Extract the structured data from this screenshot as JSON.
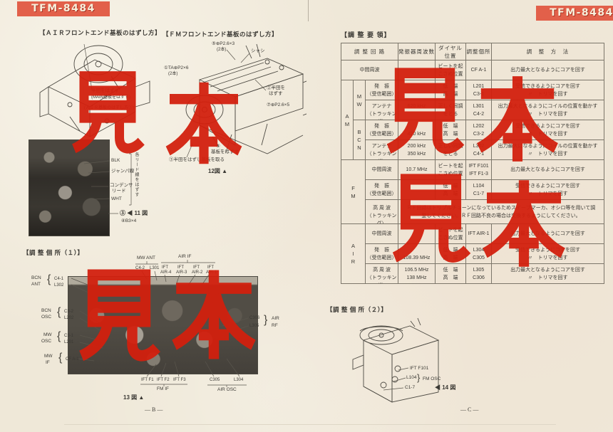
{
  "page": {
    "badge_left": "TFM-8484",
    "badge_right": "TFM-8484",
    "footer_left": "— B —",
    "footer_right": "— C —",
    "watermark_char1": "見",
    "watermark_char2": "本",
    "colors": {
      "paper": "#efe8d8",
      "badge": "#e2604a",
      "watermark": "#d2200e",
      "ink": "#3b3934"
    }
  },
  "air_removal": {
    "title": "【ＡＩＲフロントエンド基板のはずし方】",
    "ann_solder": "半田をはずす",
    "ann_main": "(MAIN基板をはずす)",
    "ann_air": "(ＡＩＲ基板のはずし方①)",
    "label_blk": "BLK",
    "label_jumper": "ジャンパ線",
    "label_cond1": "コンデンサ",
    "label_cond2": "リード",
    "label_wht": "WHT",
    "note_leads": "各リード線をはずす",
    "caption": "③ ◀ 11 図",
    "screw": "④B3×4"
  },
  "fm_removal": {
    "title": "【ＦＭフロントエンド基板のはずし方】",
    "ann_screw5": "⑤⊕P2.6×3",
    "ann_screw5b": "(2本)",
    "ann_chassis": "シャシ",
    "ann_screw1": "①TA⊕P2×6",
    "ann_screw1b": "(2本)",
    "ann_solder1": "②半田を",
    "ann_solder2": "はずす",
    "ann_screw7": "⑦⊕P2.6×5",
    "ann_num6": "⑥",
    "ann_board": "基板をはずす",
    "ann_solder3": "③半田をはずし基板を取る",
    "caption": "12図 ▲"
  },
  "spots1": {
    "title": "【調 整 個 所（１）】",
    "top": {
      "mw_ant": "MW ANT",
      "c42": "C4-2",
      "l301": "L301",
      "air_if": "AIR IF",
      "ift4a": "IFT",
      "ift4b": "AIR-4",
      "ift3a": "IFT",
      "ift3b": "AIR-3",
      "ift2a": "IFT",
      "ift2b": "AIR-2",
      "ift1a": "IFT",
      "ift1b": "AIR-1"
    },
    "left": {
      "bcn1": "BCN",
      "ant": "ANT",
      "c41": "C4-1",
      "l302": "L302",
      "bcn2": "BCN",
      "osc1": "OSC",
      "c32": "C3-2",
      "l202": "L202",
      "mw1": "MW",
      "osc2": "OSC",
      "c31": "C3-1",
      "l201": "L201",
      "mw2": "MW",
      "if_": "IF",
      "cfa1": "CF A-1"
    },
    "right": {
      "c306": "C306",
      "l305": "L305",
      "air": "AIR",
      "rf": "RF"
    },
    "bottom": {
      "iftf1": "IFT F1",
      "iftf2": "IFT F2",
      "iftf3": "IFT F3",
      "fm_if": "FM IF",
      "c305": "C305",
      "l304": "L304",
      "air_osc": "AIR OSC"
    },
    "caption": "13 図 ▲"
  },
  "table": {
    "title": "【調 整 要 領】",
    "h_circuit": "調 整 回 路",
    "h_freq": "発振器周波数",
    "h_dial": "ダイヤル位置",
    "h_spot": "調整個所",
    "h_method": "調　整　方　法",
    "letters": {
      "am": [
        "A",
        "M"
      ],
      "mw": [
        "M",
        "W"
      ],
      "bcn": [
        "B",
        "C",
        "N"
      ],
      "fm": [
        "F",
        "M"
      ],
      "air": [
        "A",
        "I",
        "R"
      ]
    },
    "rows": {
      "am_if": {
        "circuit1": "中間周波",
        "circuit2": "",
        "freq1": "",
        "freq2": "",
        "dial1": "ビートを起",
        "dial2": "こさぬ位置",
        "spot1": "CF A-1",
        "spot2": "",
        "m1": "出力最大となるようにコアを回す",
        "m2": ""
      },
      "mw_osc": {
        "circuit1": "発　振",
        "circuit2": "（受信範囲）",
        "freq1": "",
        "freq2": "",
        "dial1": "低　端",
        "dial2": "高　端",
        "spot1": "L201",
        "spot2": "C3-1",
        "m1": "受信できるようにコアを回す",
        "m2": "〃　トリマを回す"
      },
      "mw_ant": {
        "circuit1": "アンテナ",
        "circuit2": "（トラッキング）",
        "freq1": "620 kHz",
        "freq2": "",
        "dial1": "正しく同調",
        "dial2": "をとる",
        "spot1": "L301",
        "spot2": "C4-2",
        "m1": "出力最大となるようにコイルの位置を動かす",
        "m2": "〃　トリマを回す"
      },
      "bcn_osc": {
        "circuit1": "発　振",
        "circuit2": "（受信範囲）",
        "freq1": "",
        "freq2": "420 kHz",
        "dial1": "低　端",
        "dial2": "高　端",
        "spot1": "L202",
        "spot2": "C3-2",
        "m1": "受信できるようにコアを回す",
        "m2": "〃　トリマを回す"
      },
      "bcn_ant": {
        "circuit1": "アンテナ",
        "circuit2": "（トラッキング）",
        "freq1": "200 kHz",
        "freq2": "350 kHz",
        "dial1": "正しい同調",
        "dial2": "をとる",
        "spot1": "L302",
        "spot2": "C4-1",
        "m1": "出力最大になるようにコイルの位置を動かす",
        "m2": "〃　トリマを回す"
      },
      "fm_if": {
        "circuit1": "中間周波",
        "circuit2": "",
        "freq1": "10.7 MHz",
        "freq2": "",
        "dial1": "ビートを起",
        "dial2": "こさぬ位置",
        "spot1": "IFT F101",
        "spot2": "IFT F1-3",
        "m1": "出力最大となるようにコアを回す",
        "m2": ""
      },
      "fm_osc": {
        "circuit1": "発　振",
        "circuit2": "（受信範囲）",
        "freq1": "",
        "freq2": "",
        "dial1": "低　端",
        "dial2": "高　端",
        "spot1": "L104",
        "spot2": "C1-7",
        "m1": "受信できるようにコアを回す",
        "m2": "〃　トリマを回す"
      },
      "fm_rf": {
        "circuit1": "高 周 波",
        "circuit2": "（トラッキング）",
        "note1": "ＲＦ回路はトリプルチューンになっているためスイープマーカ、オシロ等を用いて調",
        "note2": "整してください。ＲＦ回路不良の場合は交換するようにしてください。"
      },
      "air_if": {
        "circuit1": "中間周波",
        "circuit2": "",
        "freq1": "",
        "freq2": "",
        "dial1": "ビートを起",
        "dial2": "こさぬ位置",
        "spot1": "IFT AIR-1",
        "spot2": "",
        "m1": "出力最大となるようにコアを回す",
        "m2": ""
      },
      "air_osc": {
        "circuit1": "発　振",
        "circuit2": "（受信範囲）",
        "freq1": "",
        "freq2": "108.39 MHz",
        "dial1": "低　端",
        "dial2": "高　端",
        "spot1": "L304",
        "spot2": "C305",
        "m1": "受信できるようにコアを回す",
        "m2": "〃　トリマを回す"
      },
      "air_rf": {
        "circuit1": "高 周 波",
        "circuit2": "（トラッキング）",
        "freq1": "106.5 MHz",
        "freq2": "138 MHz",
        "dial1": "低　端",
        "dial2": "高　端",
        "spot1": "L305",
        "spot2": "C306",
        "m1": "出力最大となるようにコアを回す",
        "m2": "〃　トリマを回す"
      }
    }
  },
  "spots2": {
    "title": "【調 整 個 所（２）】",
    "ift": "IFT F101",
    "l104": "L104",
    "fm_osc": "FM OSC",
    "c17": "C1-7",
    "caption": "◀ 14 図"
  }
}
